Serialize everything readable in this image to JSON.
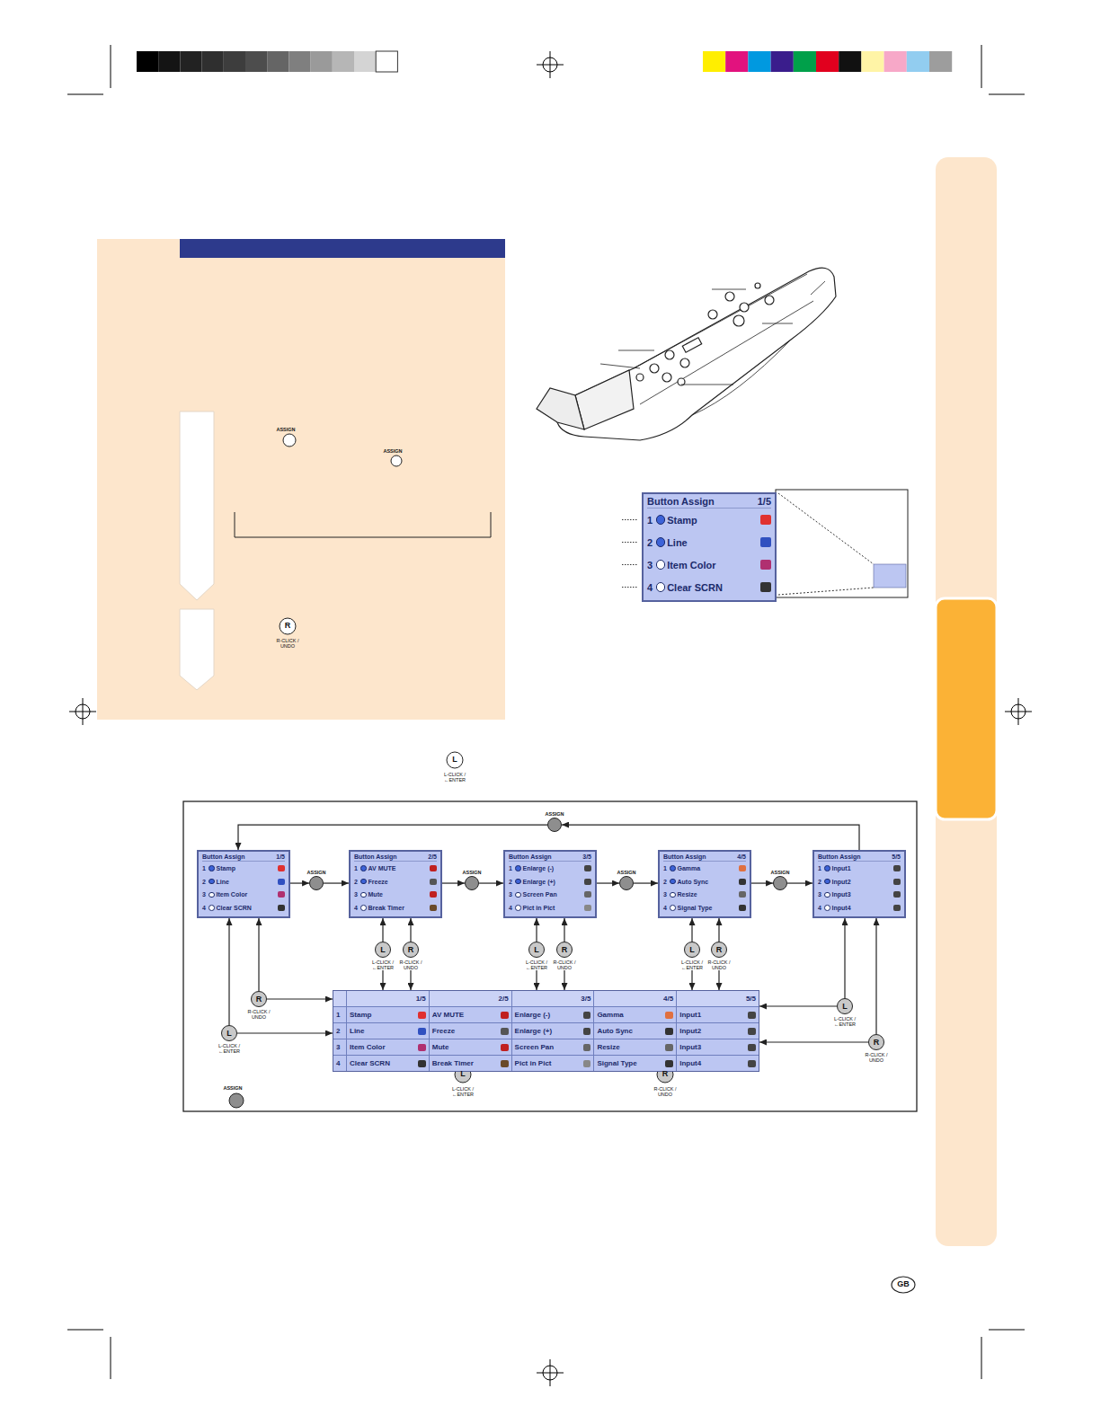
{
  "diagram": {
    "nodes": [
      {
        "text": [
          "Button Assign",
          "1/5",
          "1",
          "Stamp",
          "2",
          "Line",
          "3",
          "Item Color",
          "4",
          "Clear SCRN"
        ]
      },
      {
        "text": [
          "ASSIGN"
        ]
      },
      {
        "text": [
          "Button Assign",
          "1/5",
          "1",
          "Stamp",
          "2",
          "Line",
          "3",
          "Item Color",
          "4",
          "Clear SCRN"
        ]
      },
      {
        "text": [
          "ASSIGN"
        ]
      },
      {
        "text": [
          "Button Assign",
          "2/5",
          "1",
          "AV MUTE",
          "2",
          "Freeze",
          "3",
          "Mute",
          "4",
          "Break Timer"
        ]
      },
      {
        "text": [
          "ASSIGN"
        ]
      },
      {
        "text": [
          "Button Assign",
          "3/5",
          "1",
          "Enlarge (-)",
          "2",
          "Enlarge (+)",
          "3",
          "Screen Pan",
          "4",
          "Pict in Pict"
        ]
      },
      {
        "text": [
          "ASSIGN"
        ]
      },
      {
        "text": [
          "Button Assign",
          "4/5",
          "1",
          "Gamma",
          "2",
          "Auto Sync",
          "3",
          "Resize",
          "4",
          "Signal Type"
        ]
      },
      {
        "text": [
          "ASSIGN"
        ]
      },
      {
        "text": [
          "Button Assign",
          "5/5",
          "1",
          "Input1",
          "2",
          "Input2",
          "3",
          "Input3",
          "4",
          "Input4"
        ]
      },
      {
        "text": [
          "R",
          "R-CLICK / UNDO"
        ]
      },
      {
        "text": [
          "L",
          "L-CLICK / ←ENTER"
        ]
      },
      {
        "text": [
          "R",
          "R-CLICK / UNDO"
        ]
      },
      {
        "text": [
          "L",
          "L-CLICK / ←ENTER"
        ]
      },
      {
        "text": [
          "R",
          "R-CLICK / UNDO"
        ]
      },
      {
        "text": [
          "L",
          "L-CLICK / ←ENTER"
        ]
      },
      {
        "text": [
          "R",
          "R-CLICK / UNDO"
        ]
      },
      {
        "text": [
          "L",
          "L-CLICK / ←ENTER"
        ]
      },
      {
        "text": [
          "1/5",
          "2/5",
          "3/5",
          "4/5",
          "5/5",
          "1",
          "Stamp",
          "AV MUTE",
          "Enlarge (-)",
          "Gamma",
          "Input1",
          "2",
          "Line",
          "Freeze",
          "Enlarge (+)",
          "Auto Sync",
          "Input2",
          "3",
          "Item Color",
          "Mute",
          "Screen Pan",
          "Resize",
          "Input3",
          "4",
          "Clear SCRN",
          "Break Timer",
          "Pict in Pict",
          "Signal Type",
          "Input4"
        ]
      },
      {
        "text": [
          "L",
          "L-CLICK / ←ENTER"
        ]
      },
      {
        "text": [
          "R",
          "R-CLICK / UNDO"
        ]
      }
    ],
    "edges": [
      {
        "from": 2,
        "to": 3,
        "arrow": "to"
      },
      {
        "from": 3,
        "to": 4,
        "arrow": "to"
      },
      {
        "from": 4,
        "to": 5,
        "arrow": "to"
      },
      {
        "from": 5,
        "to": 6,
        "arrow": "to"
      },
      {
        "from": 6,
        "to": 7,
        "arrow": "to"
      },
      {
        "from": 7,
        "to": 8,
        "arrow": "to"
      },
      {
        "from": 8,
        "to": 9,
        "arrow": "to"
      },
      {
        "from": 9,
        "to": 10,
        "arrow": "to"
      },
      {
        "from": 10,
        "to": 1,
        "arrow": "to"
      },
      {
        "from": 1,
        "to": 2,
        "arrow": "to"
      },
      {
        "from": 11,
        "to": 2,
        "arrow": "to"
      },
      {
        "from": 11,
        "to": 19,
        "arrow": "to"
      },
      {
        "from": 18,
        "to": 2,
        "arrow": "to"
      },
      {
        "from": 18,
        "to": 19,
        "arrow": "to"
      },
      {
        "from": 12,
        "to": 4,
        "arrow": "to"
      },
      {
        "from": 12,
        "to": 19,
        "arrow": "to"
      },
      {
        "from": 13,
        "to": 4,
        "arrow": "to"
      },
      {
        "from": 13,
        "to": 19,
        "arrow": "to"
      },
      {
        "from": 14,
        "to": 6,
        "arrow": "to"
      },
      {
        "from": 14,
        "to": 19,
        "arrow": "to"
      },
      {
        "from": 15,
        "to": 6,
        "arrow": "to"
      },
      {
        "from": 15,
        "to": 19,
        "arrow": "to"
      },
      {
        "from": 16,
        "to": 8,
        "arrow": "to"
      },
      {
        "from": 16,
        "to": 19,
        "arrow": "to"
      },
      {
        "from": 17,
        "to": 8,
        "arrow": "to"
      },
      {
        "from": 17,
        "to": 19,
        "arrow": "to"
      },
      {
        "from": 20,
        "to": 10,
        "arrow": "to"
      },
      {
        "from": 20,
        "to": 19,
        "arrow": "to"
      },
      {
        "from": 21,
        "to": 10,
        "arrow": "to"
      },
      {
        "from": 21,
        "to": 19,
        "arrow": "to"
      }
    ],
    "labels": [
      "ASSIGN",
      "ASSIGN",
      "R",
      "R-CLICK / UNDO",
      "L",
      "L-CLICK / ←ENTER",
      "ASSIGN",
      "L",
      "L-CLICK / ←ENTER",
      "R",
      "R-CLICK / UNDO",
      "GB"
    ]
  }
}
